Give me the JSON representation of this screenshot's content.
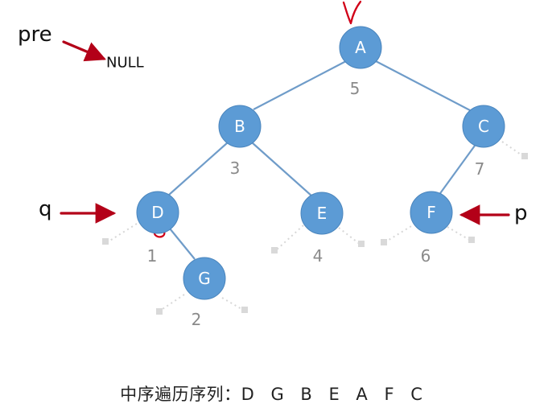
{
  "pointers": {
    "pre": "pre",
    "q": "q",
    "p": "p",
    "null_text": "NULL"
  },
  "nodes": [
    {
      "id": "A",
      "label": "A",
      "order": "5"
    },
    {
      "id": "B",
      "label": "B",
      "order": "3"
    },
    {
      "id": "C",
      "label": "C",
      "order": "7"
    },
    {
      "id": "D",
      "label": "D",
      "order": "1"
    },
    {
      "id": "E",
      "label": "E",
      "order": "4"
    },
    {
      "id": "F",
      "label": "F",
      "order": "6"
    },
    {
      "id": "G",
      "label": "G",
      "order": "2"
    }
  ],
  "edges": [
    {
      "from": "A",
      "to": "B"
    },
    {
      "from": "A",
      "to": "C"
    },
    {
      "from": "B",
      "to": "D"
    },
    {
      "from": "B",
      "to": "E"
    },
    {
      "from": "C",
      "to": "F"
    },
    {
      "from": "D",
      "to": "G"
    }
  ],
  "caption": {
    "label": "中序遍历序列：",
    "sequence": "D G B E A F C"
  },
  "colors": {
    "node_fill": "#5c9bd5",
    "edge": "#6f9cc9",
    "pointer_arrow": "#b30018",
    "order_text": "#8a8a8a",
    "null_marker": "#d9d9d9"
  }
}
